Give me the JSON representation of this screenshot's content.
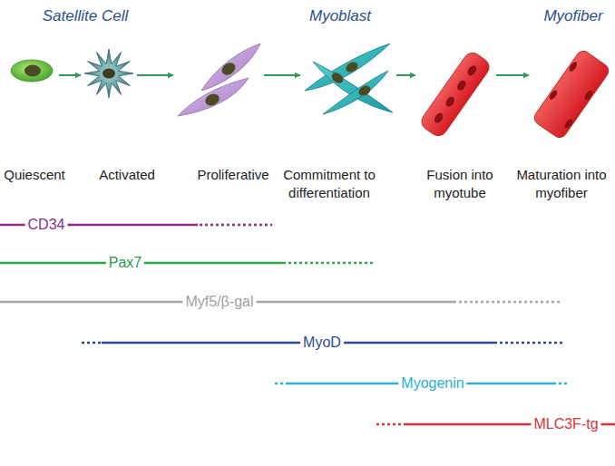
{
  "diagram": {
    "nodes": [
      {
        "text": [
          "Quiescent"
        ]
      },
      {
        "text": [
          "Activated"
        ]
      },
      {
        "text": [
          "Proliferative"
        ]
      },
      {
        "text": [
          "Commitment to differentiation"
        ]
      },
      {
        "text": [
          "Fusion into myotube"
        ]
      },
      {
        "text": [
          "Maturation into myofiber"
        ]
      }
    ],
    "edges": [
      {
        "from": 0,
        "to": 1,
        "arrow": "to"
      },
      {
        "from": 1,
        "to": 2,
        "arrow": "to"
      },
      {
        "from": 2,
        "to": 3,
        "arrow": "to"
      },
      {
        "from": 3,
        "to": 4,
        "arrow": "to"
      },
      {
        "from": 4,
        "to": 5,
        "arrow": "to"
      }
    ],
    "labels": [
      "Satellite Cell",
      "Myoblast",
      "Myofiber",
      "CD34",
      "Pax7",
      "Myf5/β-gal",
      "MyoD",
      "Myogenin",
      "MLC3F-tg"
    ]
  }
}
